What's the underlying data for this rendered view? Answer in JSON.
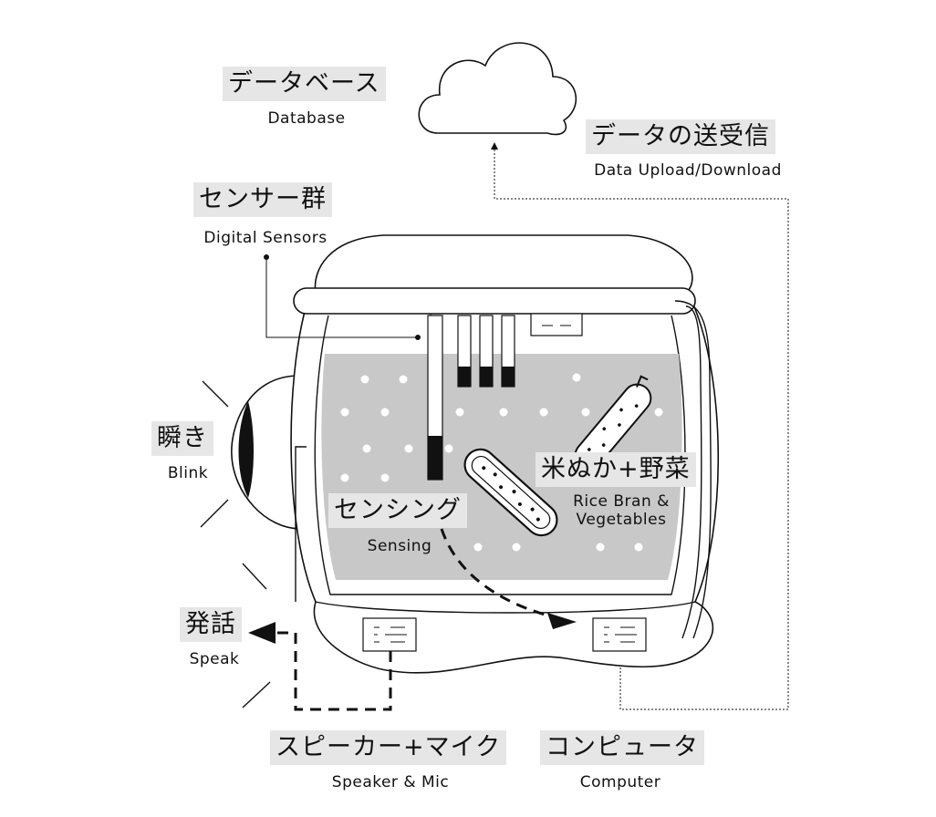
{
  "labels": {
    "database": {
      "jp": "データベース",
      "en": "Database"
    },
    "upload": {
      "jp": "データの送受信",
      "en": "Data Upload/Download"
    },
    "sensors": {
      "jp": "センサー群",
      "en": "Digital Sensors"
    },
    "blink": {
      "jp": "瞬き",
      "en": "Blink"
    },
    "sensing": {
      "jp": "センシング",
      "en": "Sensing"
    },
    "bran": {
      "jp": "米ぬか+野菜",
      "en_line1": "Rice Bran &",
      "en_line2": "Vegetables"
    },
    "speak": {
      "jp": "発話",
      "en": "Speak"
    },
    "speaker": {
      "jp": "スピーカー+マイク",
      "en": "Speaker & Mic"
    },
    "computer": {
      "jp": "コンピュータ",
      "en": "Computer"
    }
  }
}
